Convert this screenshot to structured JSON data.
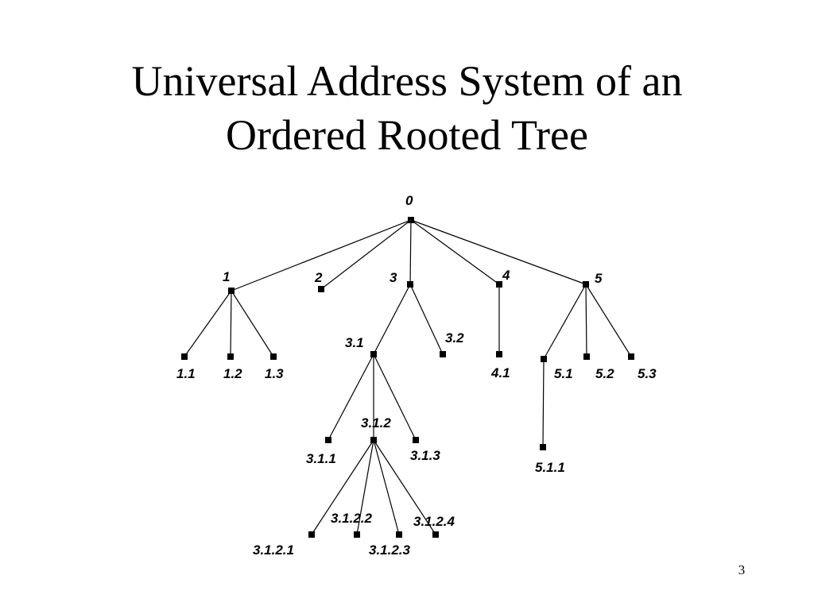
{
  "slide": {
    "title_line1": "Universal Address System of an",
    "title_line2": "Ordered Rooted Tree",
    "page_number": "3"
  },
  "tree": {
    "root": "0",
    "nodes": [
      {
        "id": "0",
        "label": "0",
        "parent": null
      },
      {
        "id": "1",
        "label": "1",
        "parent": "0"
      },
      {
        "id": "2",
        "label": "2",
        "parent": "0"
      },
      {
        "id": "3",
        "label": "3",
        "parent": "0"
      },
      {
        "id": "4",
        "label": "4",
        "parent": "0"
      },
      {
        "id": "5",
        "label": "5",
        "parent": "0"
      },
      {
        "id": "1.1",
        "label": "1.1",
        "parent": "1"
      },
      {
        "id": "1.2",
        "label": "1.2",
        "parent": "1"
      },
      {
        "id": "1.3",
        "label": "1.3",
        "parent": "1"
      },
      {
        "id": "3.1",
        "label": "3.1",
        "parent": "3"
      },
      {
        "id": "3.2",
        "label": "3.2",
        "parent": "3"
      },
      {
        "id": "4.1",
        "label": "4.1",
        "parent": "4"
      },
      {
        "id": "5.1",
        "label": "5.1",
        "parent": "5"
      },
      {
        "id": "5.2",
        "label": "5.2",
        "parent": "5"
      },
      {
        "id": "5.3",
        "label": "5.3",
        "parent": "5"
      },
      {
        "id": "3.1.1",
        "label": "3.1.1",
        "parent": "3.1"
      },
      {
        "id": "3.1.2",
        "label": "3.1.2",
        "parent": "3.1"
      },
      {
        "id": "3.1.3",
        "label": "3.1.3",
        "parent": "3.1"
      },
      {
        "id": "5.1.1",
        "label": "5.1.1",
        "parent": "5.1"
      },
      {
        "id": "3.1.2.1",
        "label": "3.1.2.1",
        "parent": "3.1.2"
      },
      {
        "id": "3.1.2.2",
        "label": "3.1.2.2",
        "parent": "3.1.2"
      },
      {
        "id": "3.1.2.3",
        "label": "3.1.2.3",
        "parent": "3.1.2"
      },
      {
        "id": "3.1.2.4",
        "label": "3.1.2.4",
        "parent": "3.1.2"
      }
    ]
  }
}
